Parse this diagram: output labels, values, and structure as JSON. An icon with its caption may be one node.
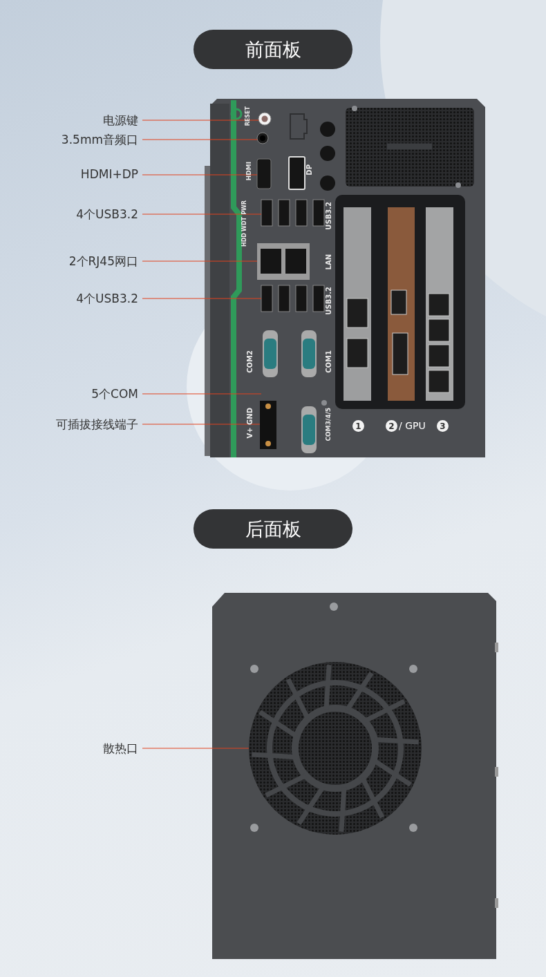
{
  "diagram": {
    "nodes": [
      {
        "text": [
          "前面板"
        ]
      },
      {
        "text": [
          "电源键"
        ]
      },
      {
        "text": [
          "3.5mm音频口"
        ]
      },
      {
        "text": [
          "HDMI+DP"
        ]
      },
      {
        "text": [
          "4个USB3.2"
        ]
      },
      {
        "text": [
          "2个RJ45网口"
        ]
      },
      {
        "text": [
          "4个USB3.2"
        ]
      },
      {
        "text": [
          "5个COM"
        ]
      },
      {
        "text": [
          "可插拔接线端子"
        ]
      },
      {
        "text": [],
        "shape": "circle"
      },
      {
        "text": [],
        "shape": "circle"
      },
      {
        "text": [],
        "shape": "box"
      },
      {
        "text": [],
        "shape": "box"
      },
      {
        "text": [],
        "shape": "box"
      },
      {
        "text": [],
        "shape": "box"
      },
      {
        "text": [],
        "shape": "box"
      },
      {
        "text": [],
        "shape": "box"
      },
      {
        "text": [
          "后面板"
        ]
      },
      {
        "text": [
          "散热口"
        ]
      },
      {
        "text": [],
        "shape": "circle"
      }
    ],
    "edges": [
      {
        "from": 1,
        "to": 9,
        "arrow": "none"
      },
      {
        "from": 2,
        "to": 10,
        "arrow": "none"
      },
      {
        "from": 3,
        "to": 11,
        "arrow": "none"
      },
      {
        "from": 4,
        "to": 12,
        "arrow": "none"
      },
      {
        "from": 5,
        "to": 13,
        "arrow": "none"
      },
      {
        "from": 6,
        "to": 14,
        "arrow": "none"
      },
      {
        "from": 7,
        "to": 15,
        "arrow": "none"
      },
      {
        "from": 8,
        "to": 16,
        "arrow": "none"
      },
      {
        "from": 18,
        "to": 19,
        "arrow": "none"
      }
    ],
    "labels": [
      "RESET",
      "HDMI",
      "DP",
      "PWR",
      "WDT",
      "HDD",
      "USB3.2",
      "LAN",
      "USB3.2",
      "COM2",
      "COM1",
      "V+ GND",
      "COM3/4/5",
      "1",
      "2",
      "/ GPU",
      "3"
    ]
  }
}
